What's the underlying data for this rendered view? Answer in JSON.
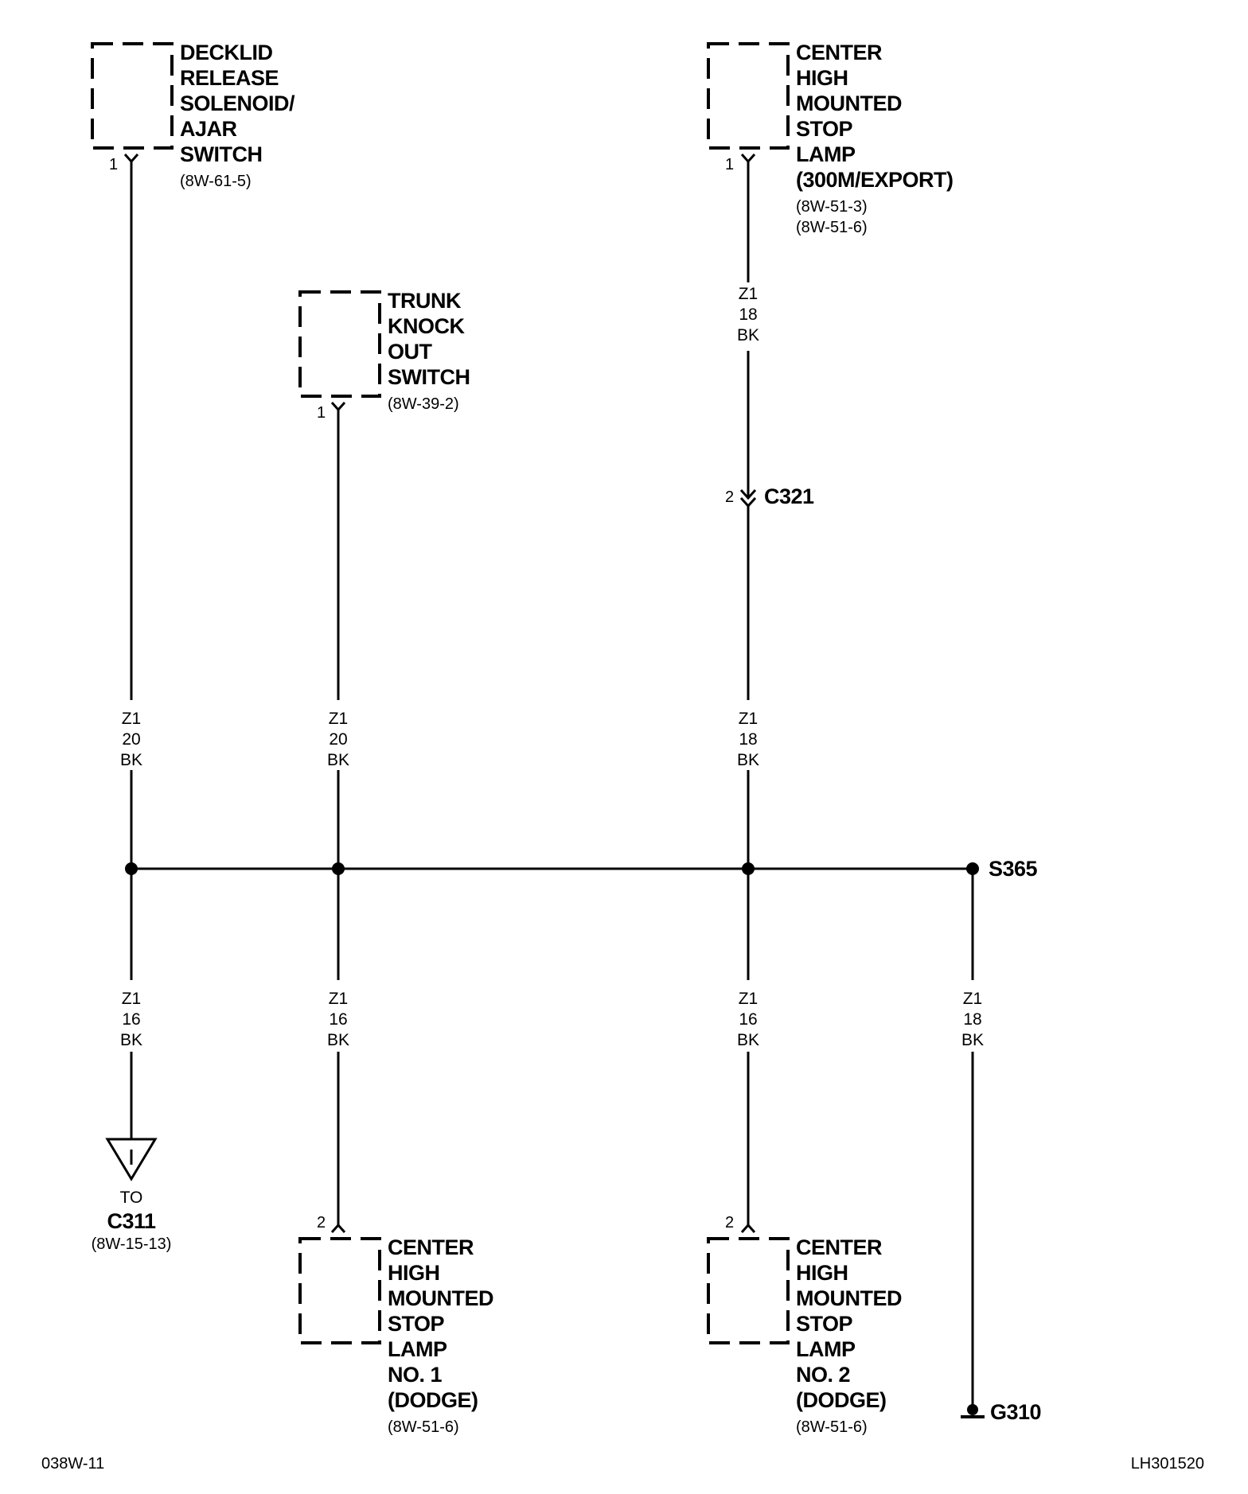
{
  "components": {
    "decklid": {
      "lines": [
        "DECKLID",
        "RELEASE",
        "SOLENOID/",
        "AJAR",
        "SWITCH"
      ],
      "refs": [
        "(8W-61-5)"
      ],
      "pin": "1"
    },
    "chmsl_top": {
      "lines": [
        "CENTER",
        "HIGH",
        "MOUNTED",
        "STOP",
        "LAMP",
        "(300M/EXPORT)"
      ],
      "refs": [
        "(8W-51-3)",
        "(8W-51-6)"
      ],
      "pin": "1"
    },
    "trunk_switch": {
      "lines": [
        "TRUNK",
        "KNOCK",
        "OUT",
        "SWITCH"
      ],
      "refs": [
        "(8W-39-2)"
      ],
      "pin": "1"
    },
    "chmsl_1": {
      "lines": [
        "CENTER",
        "HIGH",
        "MOUNTED",
        "STOP",
        "LAMP",
        "NO. 1",
        "(DODGE)"
      ],
      "refs": [
        "(8W-51-6)"
      ],
      "pin": "2"
    },
    "chmsl_2": {
      "lines": [
        "CENTER",
        "HIGH",
        "MOUNTED",
        "STOP",
        "LAMP",
        "NO. 2",
        "(DODGE)"
      ],
      "refs": [
        "(8W-51-6)"
      ],
      "pin": "2"
    }
  },
  "wires": [
    {
      "id": "w-chmsl-top-upper",
      "circuit": "Z1",
      "gauge": "18",
      "color": "BK"
    },
    {
      "id": "w-decklid-upper",
      "circuit": "Z1",
      "gauge": "20",
      "color": "BK"
    },
    {
      "id": "w-trunk-upper",
      "circuit": "Z1",
      "gauge": "20",
      "color": "BK"
    },
    {
      "id": "w-chmsl-top-lower",
      "circuit": "Z1",
      "gauge": "18",
      "color": "BK"
    },
    {
      "id": "w-c311-lower",
      "circuit": "Z1",
      "gauge": "16",
      "color": "BK"
    },
    {
      "id": "w-chmsl1-lower",
      "circuit": "Z1",
      "gauge": "16",
      "color": "BK"
    },
    {
      "id": "w-chmsl2-lower",
      "circuit": "Z1",
      "gauge": "16",
      "color": "BK"
    },
    {
      "id": "w-ground",
      "circuit": "Z1",
      "gauge": "18",
      "color": "BK"
    }
  ],
  "connectors": {
    "c321": {
      "name": "C321",
      "pin": "2"
    },
    "c311": {
      "to": "TO",
      "name": "C311",
      "ref": "(8W-15-13)"
    }
  },
  "splice": {
    "name": "S365"
  },
  "ground": {
    "name": "G310"
  },
  "footer": {
    "left": "038W-11",
    "right": "LH301520"
  }
}
